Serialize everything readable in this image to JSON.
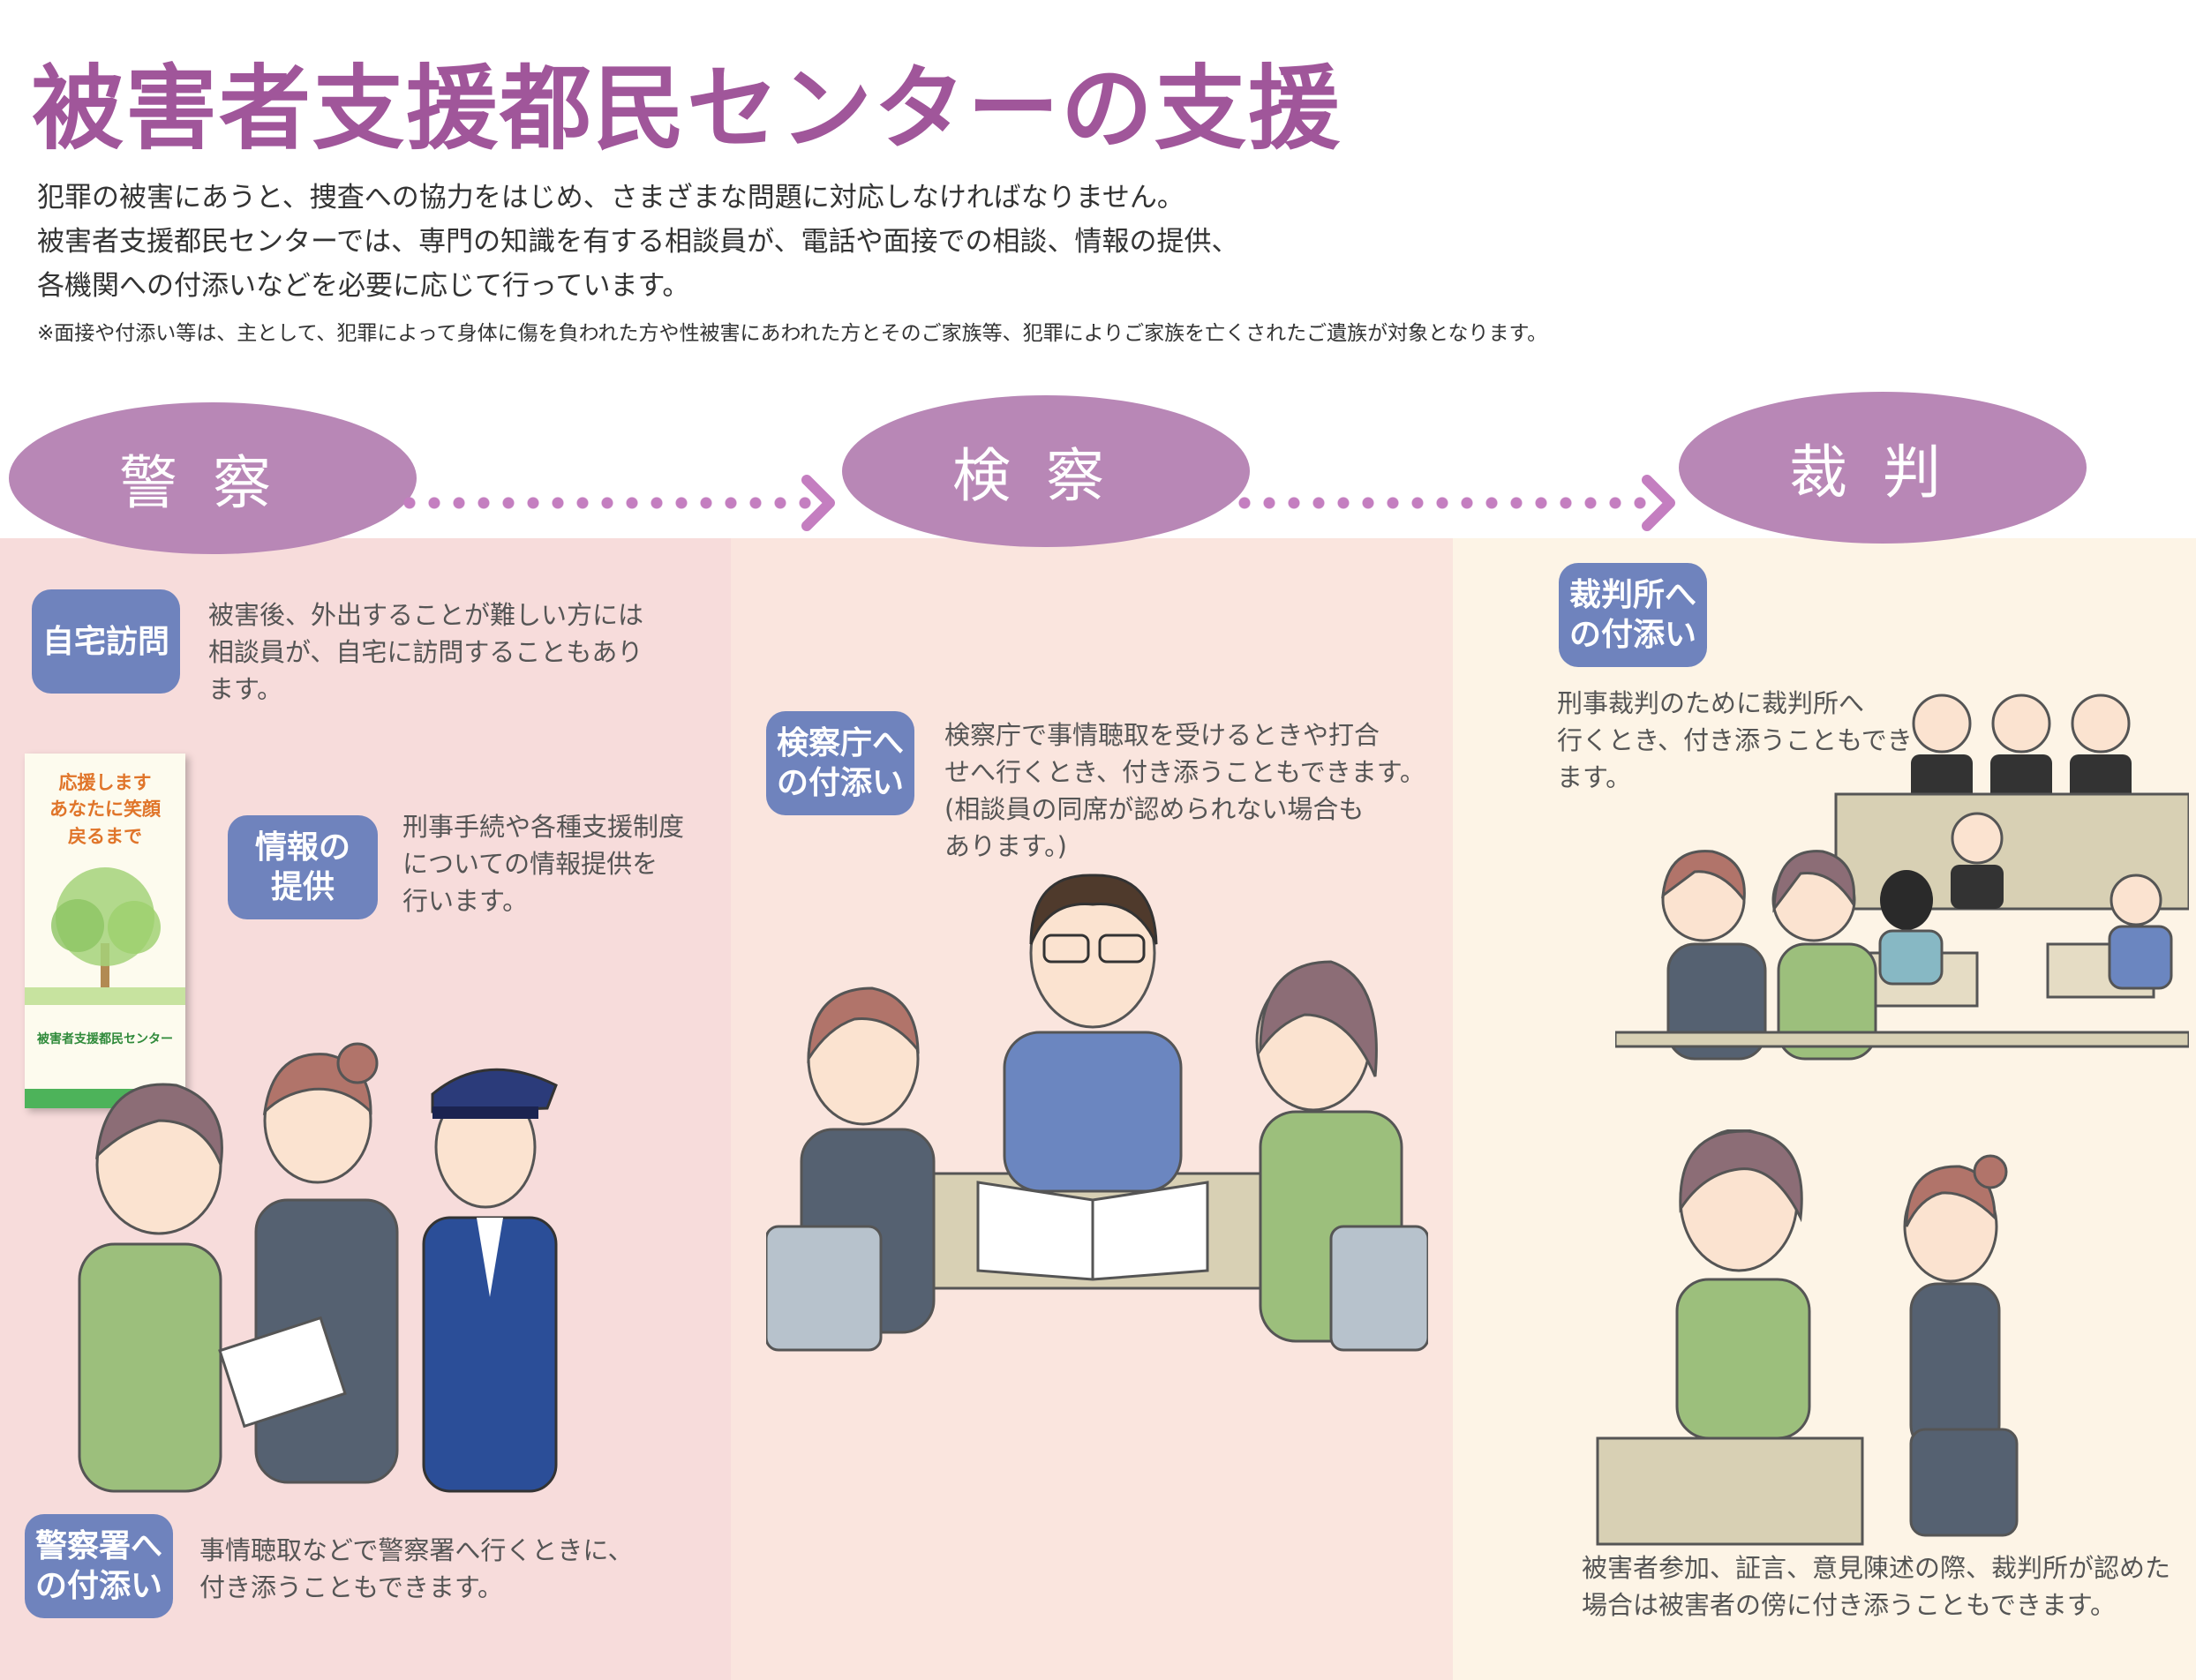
{
  "title": "被害者支援都民センターの支援",
  "intro": [
    "犯罪の被害にあうと、捜査への協力をはじめ、さまざまな問題に対応しなければなりません。",
    "被害者支援都民センターでは、専門の知識を有する相談員が、電話や面接での相談、情報の提供、",
    "各機関への付添いなどを必要に応じて行っています。"
  ],
  "note": "※面接や付添い等は、主として、犯罪によって身体に傷を負われた方や性被害にあわれた方とそのご家族等、犯罪によりご家族を亡くされたご遺族が対象となります。",
  "stages": [
    "警察",
    "検察",
    "裁判"
  ],
  "police": {
    "home_visit": {
      "badge": "自宅訪問",
      "text": [
        "被害後、外出することが難しい方には",
        "相談員が、自宅に訪問することもあり",
        "ます。"
      ]
    },
    "info": {
      "badge": [
        "情報の",
        "提供"
      ],
      "text": [
        "刑事手続や各種支援制度",
        "についての情報提供を",
        "行います。"
      ]
    },
    "escort": {
      "badge": [
        "警察署へ",
        "の付添い"
      ],
      "text": [
        "事情聴取などで警察署へ行くときに、",
        "付き添うこともできます。"
      ]
    },
    "booklet": {
      "lines": [
        "応援します",
        "あなたに笑顔",
        "戻るまで"
      ],
      "publisher": "被害者支援都民センター"
    }
  },
  "prosecution": {
    "escort": {
      "badge": [
        "検察庁へ",
        "の付添い"
      ],
      "text": [
        "検察庁で事情聴取を受けるときや打合",
        "せへ行くとき、付き添うこともできます。",
        "(相談員の同席が認められない場合も",
        "あります。)"
      ]
    }
  },
  "trial": {
    "escort": {
      "badge": [
        "裁判所へ",
        "の付添い"
      ],
      "text": [
        "刑事裁判のために裁判所へ",
        "行くとき、付き添うこともでき",
        "ます。"
      ]
    },
    "participation": {
      "text": [
        "被害者参加、証言、意見陳述の際、裁判所が認めた",
        "場合は被害者の傍に付き添うこともできます。"
      ]
    }
  },
  "colors": {
    "title": "#a0569a",
    "oval": "#b887b6",
    "badge": "#6f83bd",
    "col1": "#f7dcdb",
    "col2": "#fae5de",
    "col3": "#fdf4e6"
  }
}
